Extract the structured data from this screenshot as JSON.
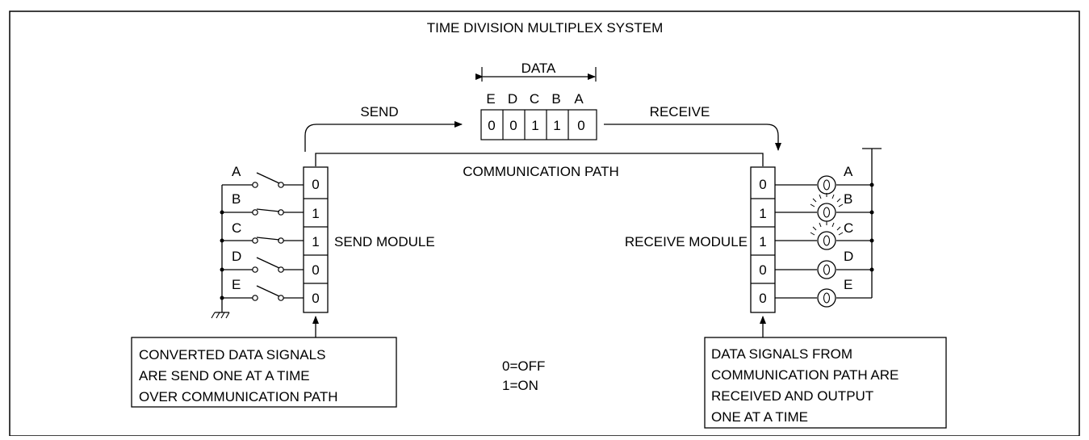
{
  "title": "TIME DIVISION MULTIPLEX SYSTEM",
  "data_frame": {
    "label": "DATA",
    "channels": [
      "E",
      "D",
      "C",
      "B",
      "A"
    ],
    "bits": [
      "0",
      "0",
      "1",
      "1",
      "0"
    ]
  },
  "send_label": "SEND",
  "receive_label": "RECEIVE",
  "path_label": "COMMUNICATION PATH",
  "send_module": {
    "label": "SEND MODULE",
    "switches": [
      "A",
      "B",
      "C",
      "D",
      "E"
    ],
    "switch_states": [
      "open",
      "closed",
      "closed",
      "open",
      "open"
    ],
    "bits": [
      "0",
      "1",
      "1",
      "0",
      "0"
    ]
  },
  "receive_module": {
    "label": "RECEIVE MODULE",
    "lamps": [
      "A",
      "B",
      "C",
      "D",
      "E"
    ],
    "lamp_states": [
      "off",
      "on",
      "on",
      "off",
      "off"
    ],
    "bits": [
      "0",
      "1",
      "1",
      "0",
      "0"
    ]
  },
  "send_note": [
    "CONVERTED DATA SIGNALS",
    "ARE SEND ONE AT A TIME",
    "OVER COMMUNICATION PATH"
  ],
  "legend": [
    "0=OFF",
    "1=ON"
  ],
  "receive_note": [
    "DATA SIGNALS FROM",
    "COMMUNICATION PATH ARE",
    "RECEIVED AND OUTPUT",
    "ONE AT A TIME"
  ]
}
